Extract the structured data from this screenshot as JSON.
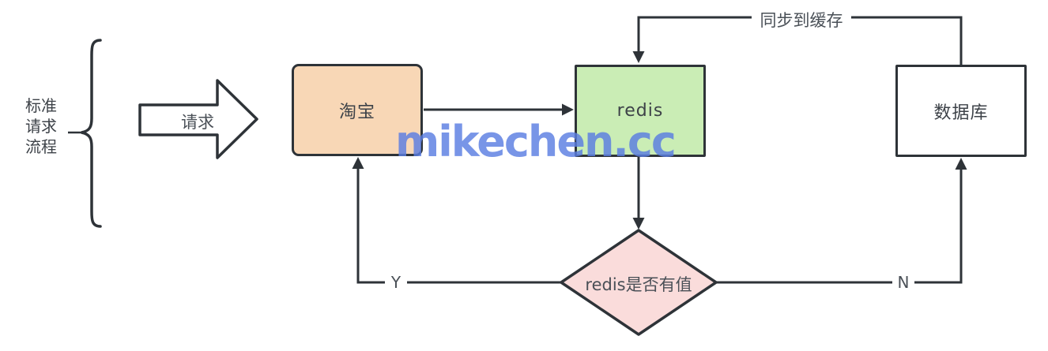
{
  "watermark": {
    "text": "mikechen.cc",
    "color": "#5b7ee2"
  },
  "flow_caption": {
    "text": "标准\n请求\n流程"
  },
  "request_arrow": {
    "label": "请求"
  },
  "nodes": {
    "taobao": {
      "label": "淘宝",
      "fill": "#f8d7b6"
    },
    "redis": {
      "label": "redis",
      "fill": "#caedb5"
    },
    "database": {
      "label": "数据库",
      "fill": "#ffffff"
    },
    "decision": {
      "label": "redis是否有值",
      "fill": "#fadcdb"
    }
  },
  "edges": {
    "sync_to_cache_label": "同步到缓存",
    "yes_label": "Y",
    "no_label": "N"
  },
  "colors": {
    "line": "#2e3338"
  }
}
